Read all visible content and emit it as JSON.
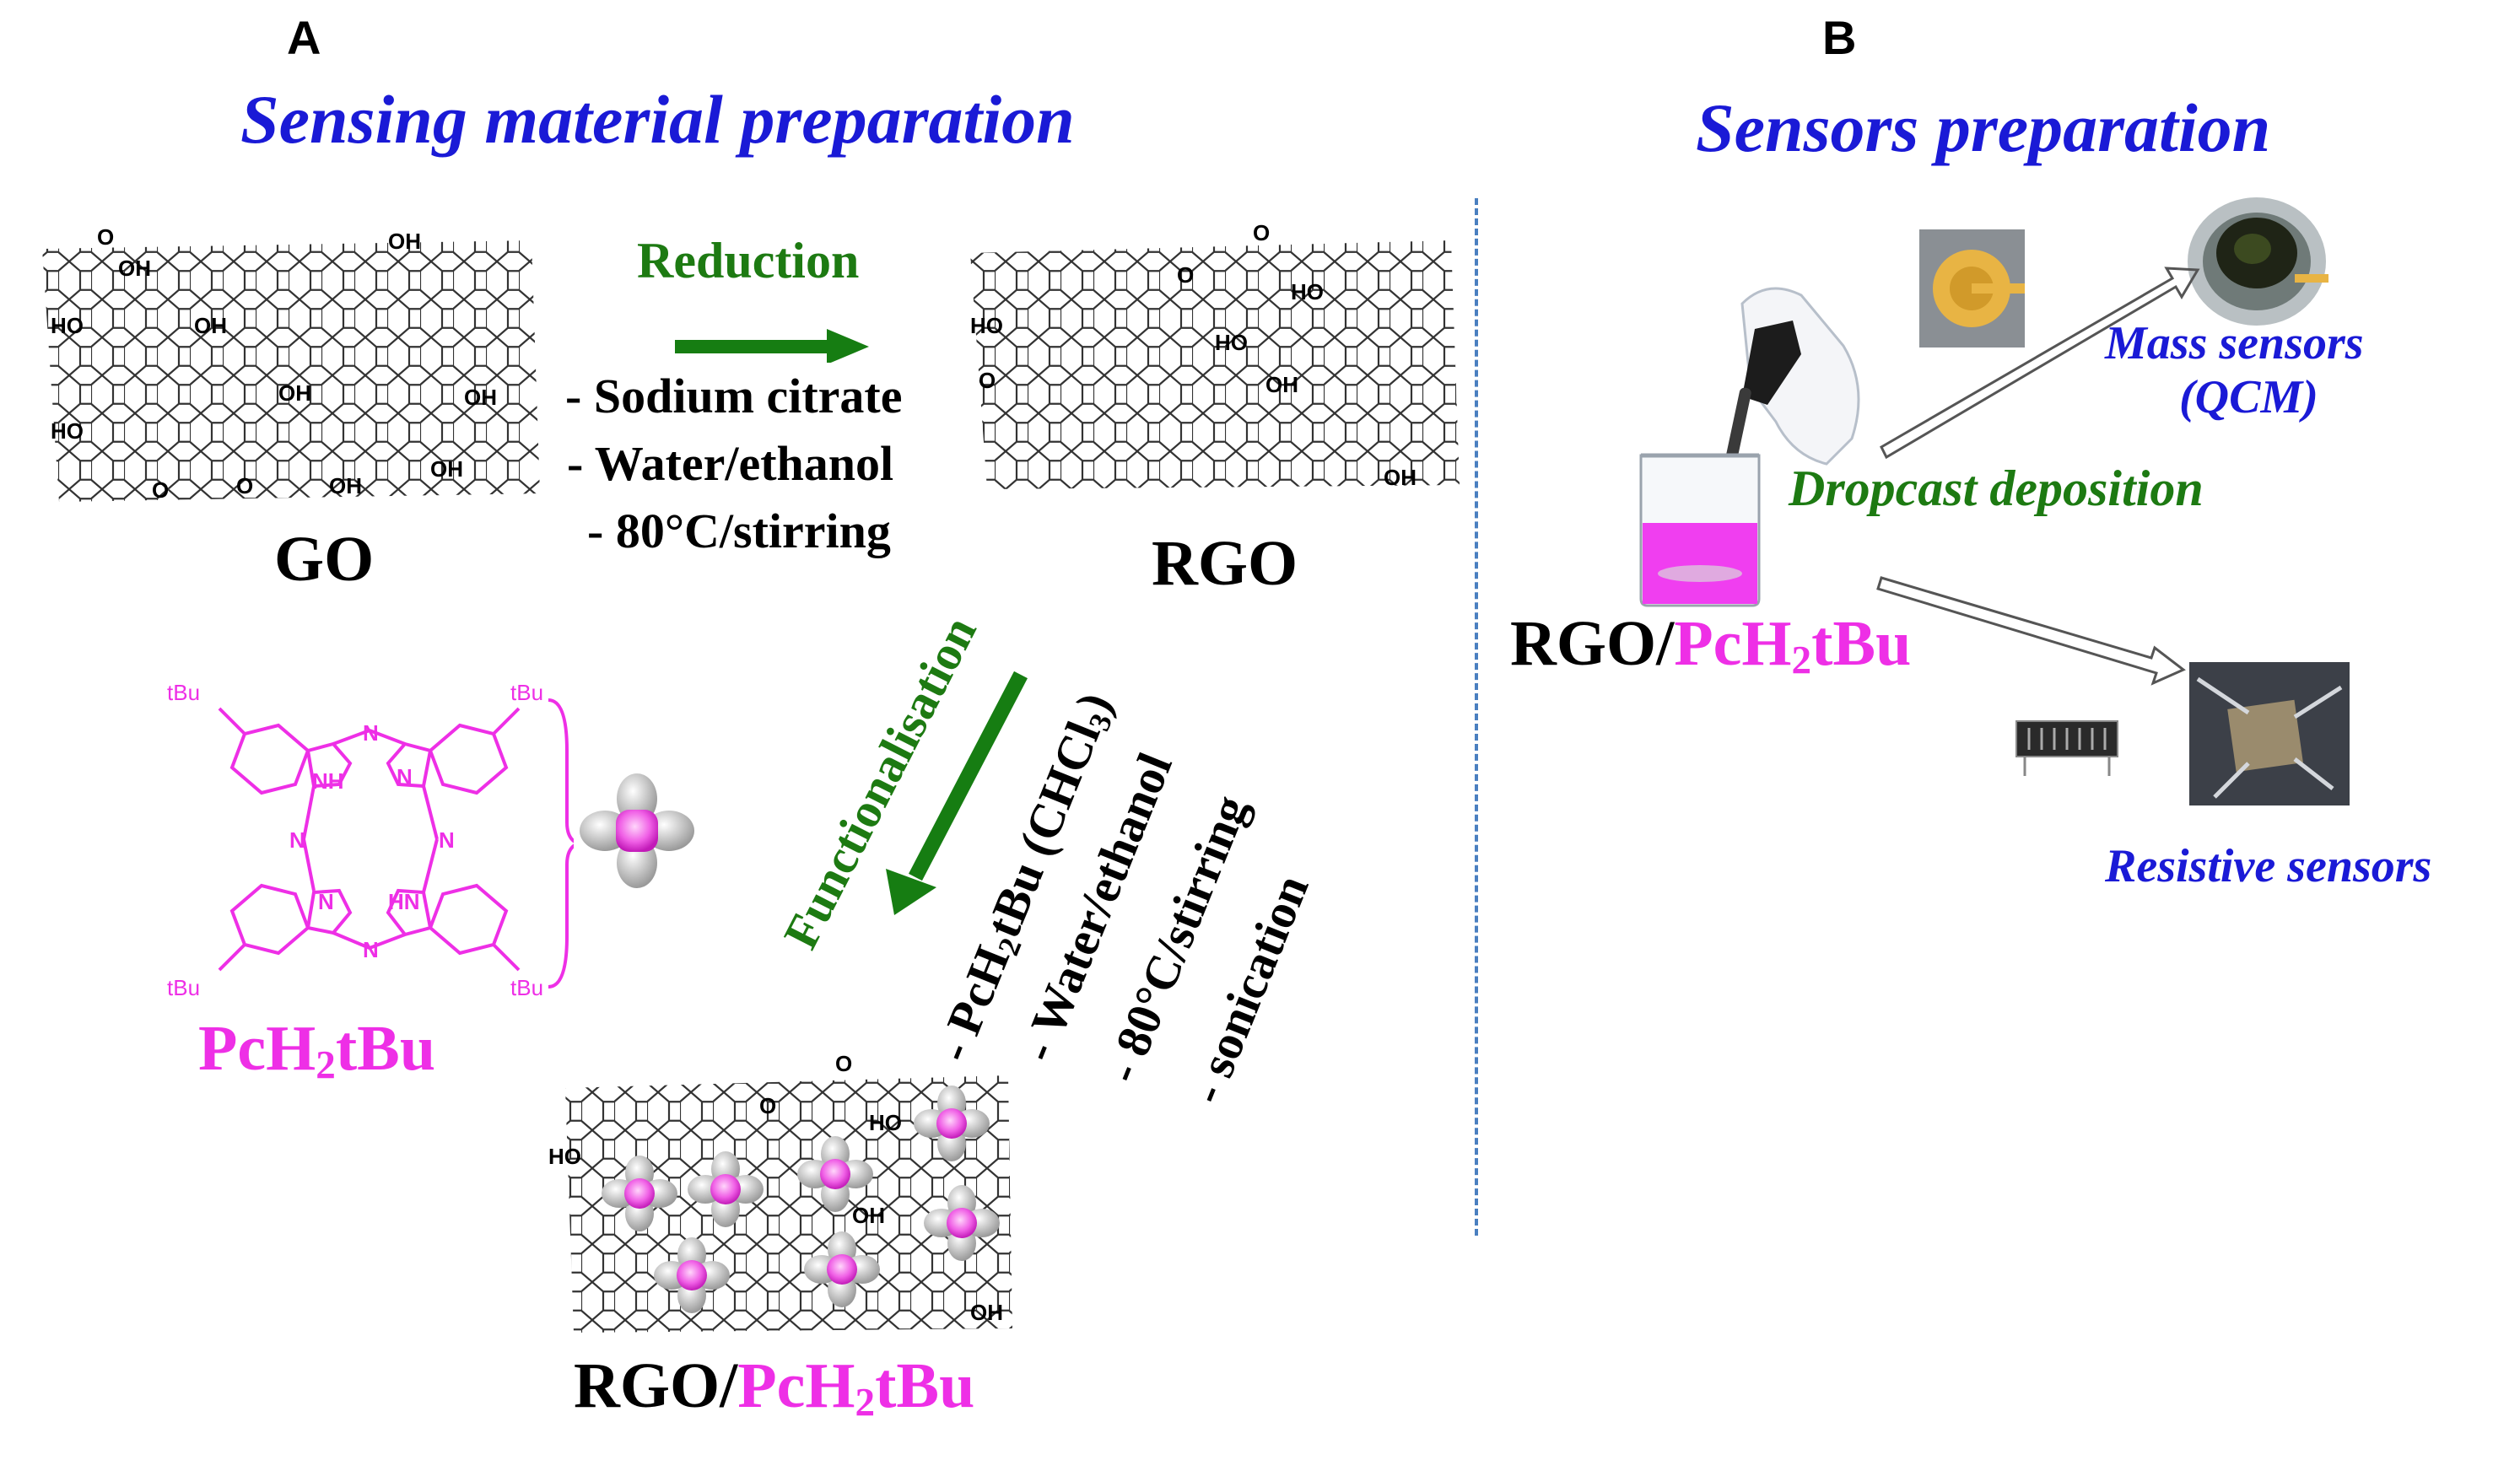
{
  "panel_a": {
    "letter": "A",
    "title": "Sensing material preparation",
    "go_label": "GO",
    "rgo_label": "RGO",
    "reduction": {
      "title": "Reduction",
      "steps": [
        "- Sodium citrate",
        "- Water/ethanol",
        "- 80°C/stirring"
      ]
    },
    "functionalisation": {
      "title": "Functionalisation",
      "steps": [
        "- PcH",
        "2",
        "tBu (CHCl",
        "3",
        ")",
        "- Water/ethanol",
        "- 80°C/stirring",
        "- sonication"
      ]
    },
    "pc_label": {
      "prefix": "PcH",
      "sub": "2",
      "suffix": "tBu"
    },
    "pc_groups": {
      "tbu": "tBu",
      "nh": "NH",
      "hn": "HN",
      "n": "N"
    },
    "composite_label": {
      "base": "RGO/",
      "prefix": "PcH",
      "sub": "2",
      "suffix": "tBu"
    },
    "functional_groups": {
      "oh": "OH",
      "ho": "HO",
      "o": "O"
    }
  },
  "panel_b": {
    "letter": "B",
    "title": "Sensors preparation",
    "material_label": {
      "base": "RGO/",
      "prefix": "PcH",
      "sub": "2",
      "suffix": "tBu"
    },
    "dropcast": "Dropcast deposition",
    "mass_sensors": [
      "Mass sensors",
      "(QCM)"
    ],
    "resistive_sensors": "Resistive sensors"
  },
  "colors": {
    "heading_blue": "#1a1ad6",
    "magenta": "#ee2fe6",
    "green": "#1d7a12",
    "arrow_green": "#167d12",
    "divider_blue": "#4a7fc0"
  }
}
